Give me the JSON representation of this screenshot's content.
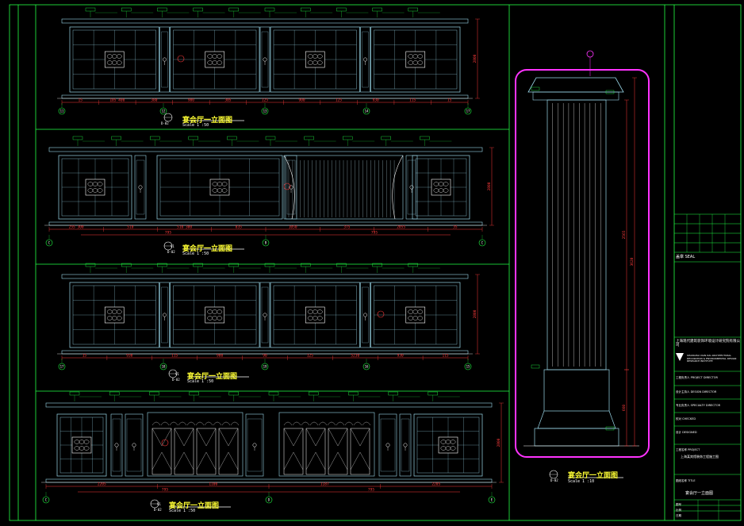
{
  "colors": {
    "background": "#000000",
    "frame": "#22ff44",
    "panel": "#9ad8ea",
    "dimension": "#ff3b3b",
    "title": "#ffff33",
    "tag": "#22ff44",
    "magenta": "#ff33ff",
    "white": "#ffffff"
  },
  "elevations": [
    {
      "title": "宴会厅一立面图",
      "scale": "Scale 1 :50",
      "num": "",
      "ref": "D-02",
      "dims": [
        "15",
        "105 400",
        "380",
        "900",
        "305",
        "125",
        "900",
        "125",
        "930",
        "115",
        "15"
      ],
      "grids": [
        "11",
        "12",
        "13",
        "14",
        "17"
      ]
    },
    {
      "title": "宴会厅一立面图",
      "scale": "Scale 1 :50",
      "num": "V1",
      "ref": "D-02",
      "dims": [
        "255 300",
        "510",
        "510 300",
        "835",
        "1050",
        "375",
        "2055",
        "35"
      ],
      "totals": [
        "795",
        "795"
      ],
      "grids": [
        "C",
        "B",
        "C"
      ]
    },
    {
      "title": "宴会厅一立面图",
      "scale": "Scale 1 :50",
      "num": "V1",
      "ref": "D-02",
      "dims": [
        "15",
        "930",
        "115",
        "900",
        "90",
        "125",
        "5230",
        "930",
        "115"
      ],
      "grids": [
        "17",
        "18",
        "19",
        "16",
        "15"
      ]
    },
    {
      "title": "宴会厅一立面图",
      "scale": "Scale 1 :50",
      "num": "V1",
      "ref": "D-02",
      "dims": [
        "2205",
        "1100",
        "1187",
        "2205"
      ],
      "totals": [
        "795",
        "795"
      ],
      "grids": [
        "C",
        "D",
        "E"
      ]
    }
  ],
  "column": {
    "title": "宴会厅一立面图",
    "scale": "Scale 1 :10",
    "ref": "D-02"
  },
  "title_block": {
    "seal": "盖章 SEAL",
    "company": "上海现代建筑装饰环境设计研究院有限公司",
    "company_en": "SHANGHAI XIAN DAI ARCHITECTURAL DECORATION & ENVIRONMENTAL DESIGN RESEARCH INSTITUTE",
    "rows": [
      "工程负责人 PROJECT DIRECTOR",
      "设计主持人 DESIGN DIRECTOR",
      "专业负责人 SPECIALTY DIRECTOR",
      "校对 CHECKED",
      "设计 DESIGNED"
    ],
    "project_label": "工程名称 PROJECT",
    "project": "上海某宾馆装饰工程施工图",
    "drawing_label": "图纸名称 TITLE",
    "drawing": "宴会厅一立面图",
    "foot": [
      "图号",
      "比例",
      "日期"
    ]
  }
}
